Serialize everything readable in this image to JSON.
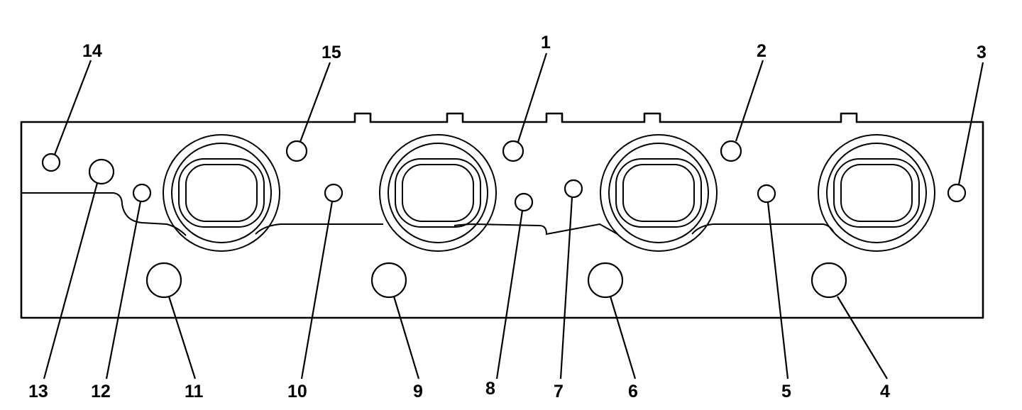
{
  "diagram": {
    "bolt_labels": [
      "1",
      "2",
      "3",
      "4",
      "5",
      "6",
      "7",
      "8",
      "9",
      "10",
      "11",
      "12",
      "13",
      "14",
      "15"
    ]
  }
}
